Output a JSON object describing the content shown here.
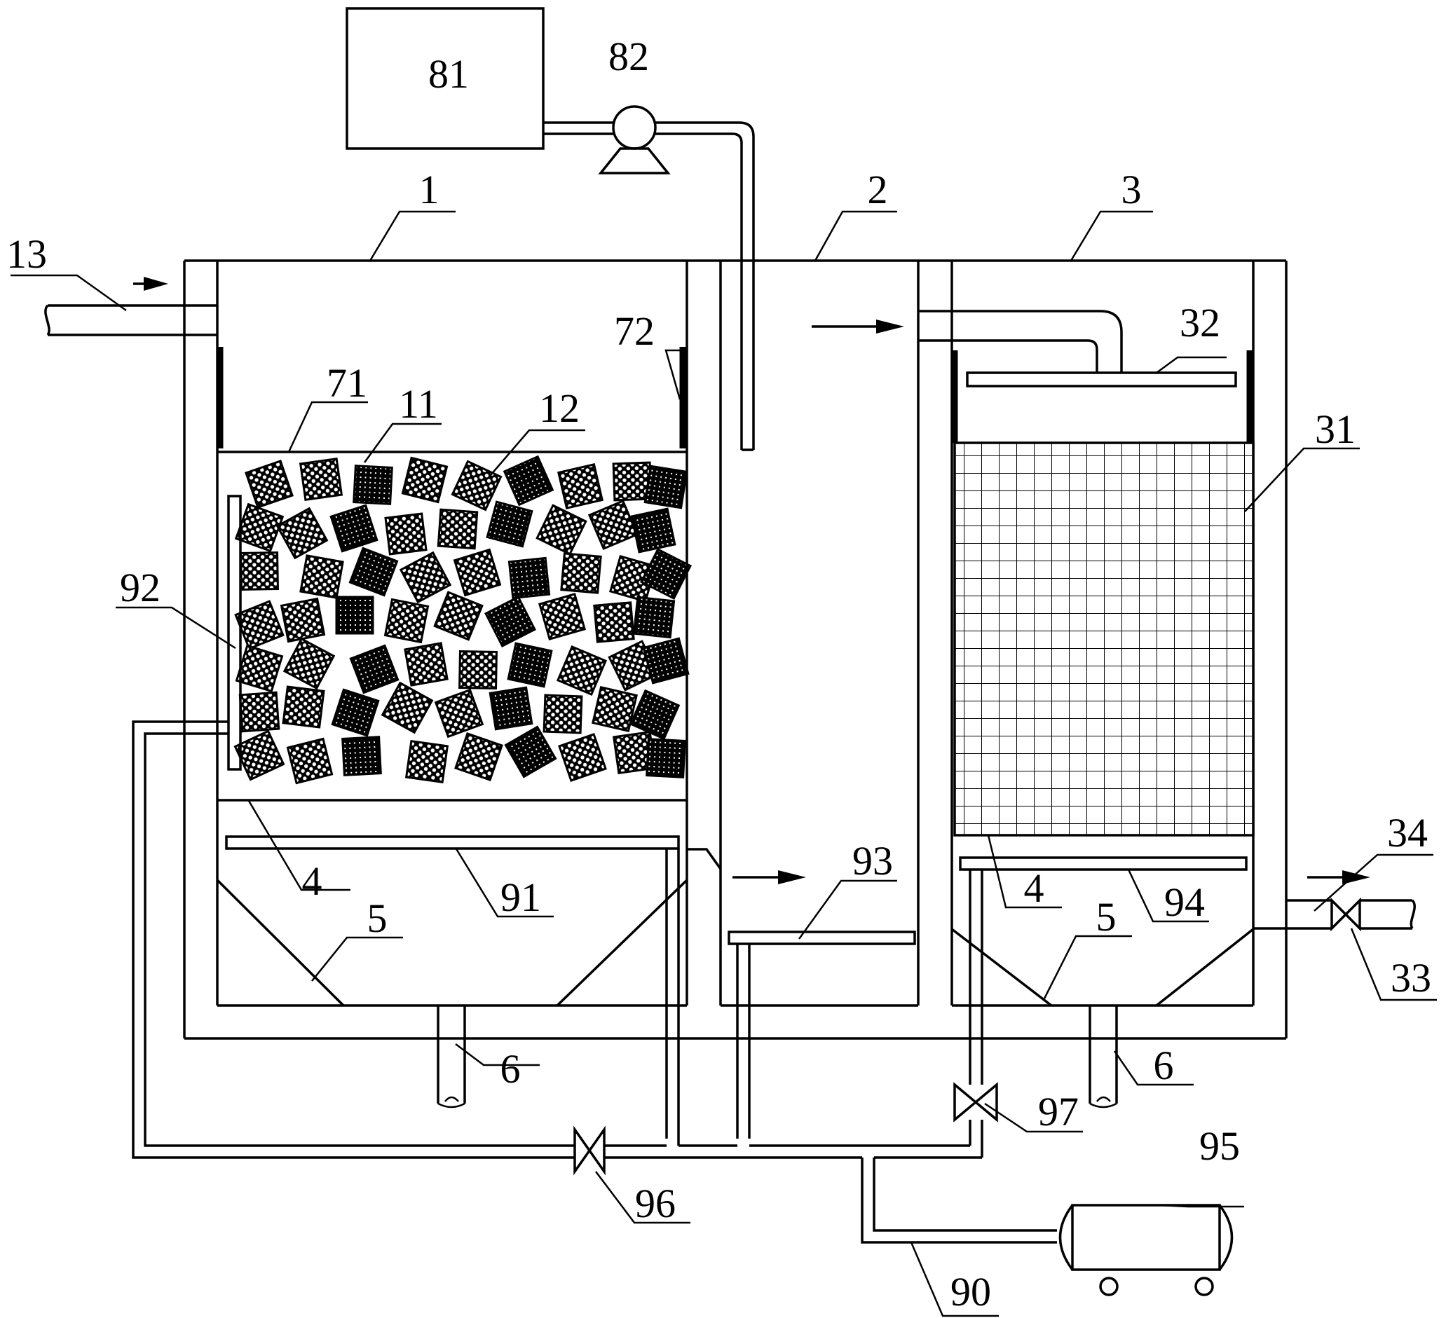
{
  "labels": {
    "l1": "1",
    "l2": "2",
    "l3": "3",
    "l4a": "4",
    "l4b": "4",
    "l5a": "5",
    "l5b": "5",
    "l6a": "6",
    "l6b": "6",
    "l11": "11",
    "l12": "12",
    "l13": "13",
    "l31": "31",
    "l32": "32",
    "l33": "33",
    "l34": "34",
    "l71": "71",
    "l72": "72",
    "l81": "81",
    "l82": "82",
    "l90": "90",
    "l91": "91",
    "l92": "92",
    "l93": "93",
    "l94": "94",
    "l95": "95",
    "l96": "96",
    "l97": "97"
  },
  "colors": {
    "line": "#000000",
    "background": "#ffffff"
  }
}
